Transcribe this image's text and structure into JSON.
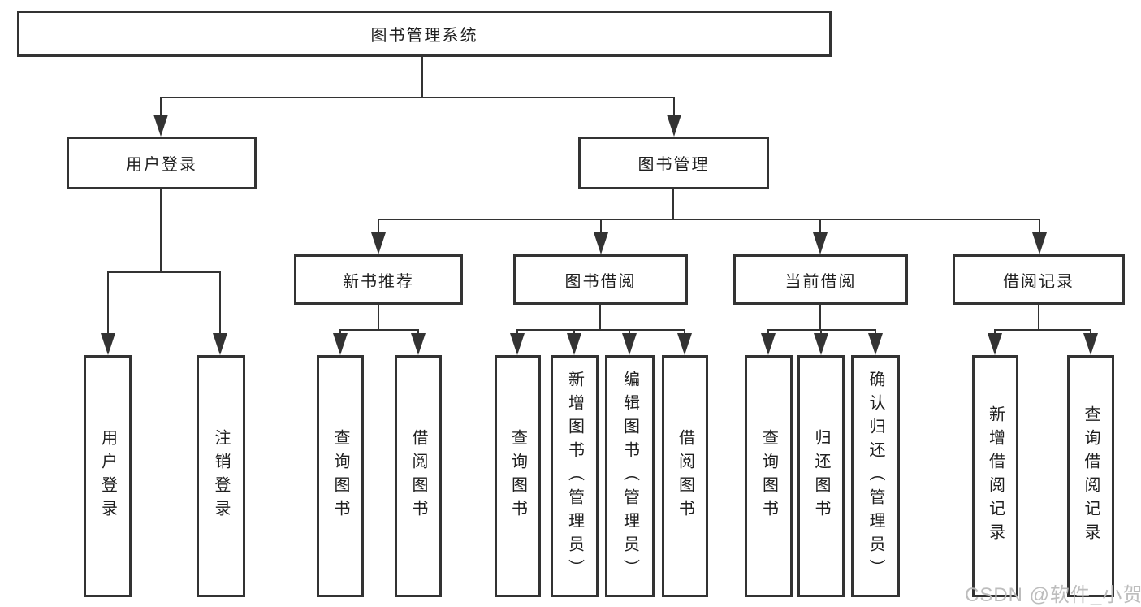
{
  "watermark": "CSDN @软件_小贺同学",
  "tree": {
    "root": {
      "label": "图书管理系统"
    },
    "user_login": {
      "label": "用户登录",
      "children": [
        "用户登录",
        "注销登录"
      ]
    },
    "book_management": {
      "label": "图书管理"
    },
    "new_book": {
      "label": "新书推荐",
      "children": [
        "查询图书",
        "借阅图书"
      ]
    },
    "book_borrow": {
      "label": "图书借阅",
      "children": [
        "查询图书",
        "新增图书（管理员）",
        "编辑图书（管理员）",
        "借阅图书"
      ]
    },
    "current_borrow": {
      "label": "当前借阅",
      "children": [
        "查询图书",
        "归还图书",
        "确认归还（管理员）"
      ]
    },
    "borrow_record": {
      "label": "借阅记录",
      "children": [
        "新增借阅记录",
        "查询借阅记录"
      ]
    }
  },
  "colors": {
    "line": "#333333",
    "text": "#1f1f1f",
    "background": "#ffffff",
    "watermark": "#b9b9b9"
  }
}
